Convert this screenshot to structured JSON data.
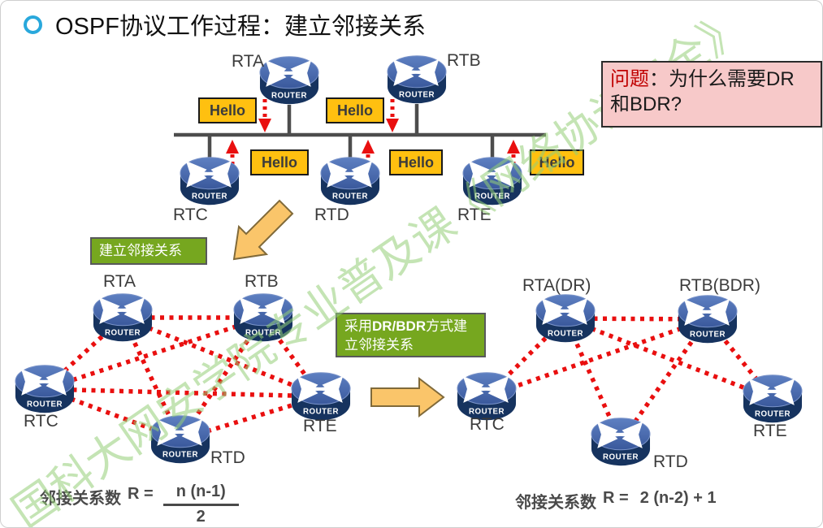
{
  "title": "OSPF协议工作过程：建立邻接关系",
  "question_box": {
    "prefix": "问题",
    "rest": "：为什么需要DR和BDR?"
  },
  "labels": {
    "hello": "Hello",
    "router": "ROUTER"
  },
  "step_boxes": {
    "step1": "建立邻接关系",
    "step2_pre": "采用",
    "step2_bold": "DR/BDR",
    "step2_post": "方式建立邻接关系"
  },
  "diagrams": {
    "top": {
      "routers": [
        "RTA",
        "RTB",
        "RTC",
        "RTD",
        "RTE"
      ]
    },
    "full_mesh": {
      "routers": [
        "RTA",
        "RTB",
        "RTC",
        "RTD",
        "RTE"
      ]
    },
    "dr_bdr": {
      "routers": [
        "RTA(DR)",
        "RTB(BDR)",
        "RTC",
        "RTD",
        "RTE"
      ]
    }
  },
  "formulas": {
    "left": {
      "label": "邻接关系数",
      "r": "R =",
      "numerator": "n (n-1)",
      "denominator": "2"
    },
    "right": {
      "label": "邻接关系数",
      "r": "R =",
      "expression": "2 (n-2) + 1"
    }
  },
  "watermark": "国科大网安学院专业普及课《网络协议安全》",
  "colors": {
    "router_top": "#4A6DB0",
    "router_dark": "#16335F",
    "hello_yellow": "#FFC010",
    "red": "#E90F0F",
    "green": "#76A71F",
    "pink": "#F7C9C9",
    "orange": "#FAC56A",
    "line_gray": "#4D4D4D",
    "accent_cyan": "#29A8DC"
  }
}
